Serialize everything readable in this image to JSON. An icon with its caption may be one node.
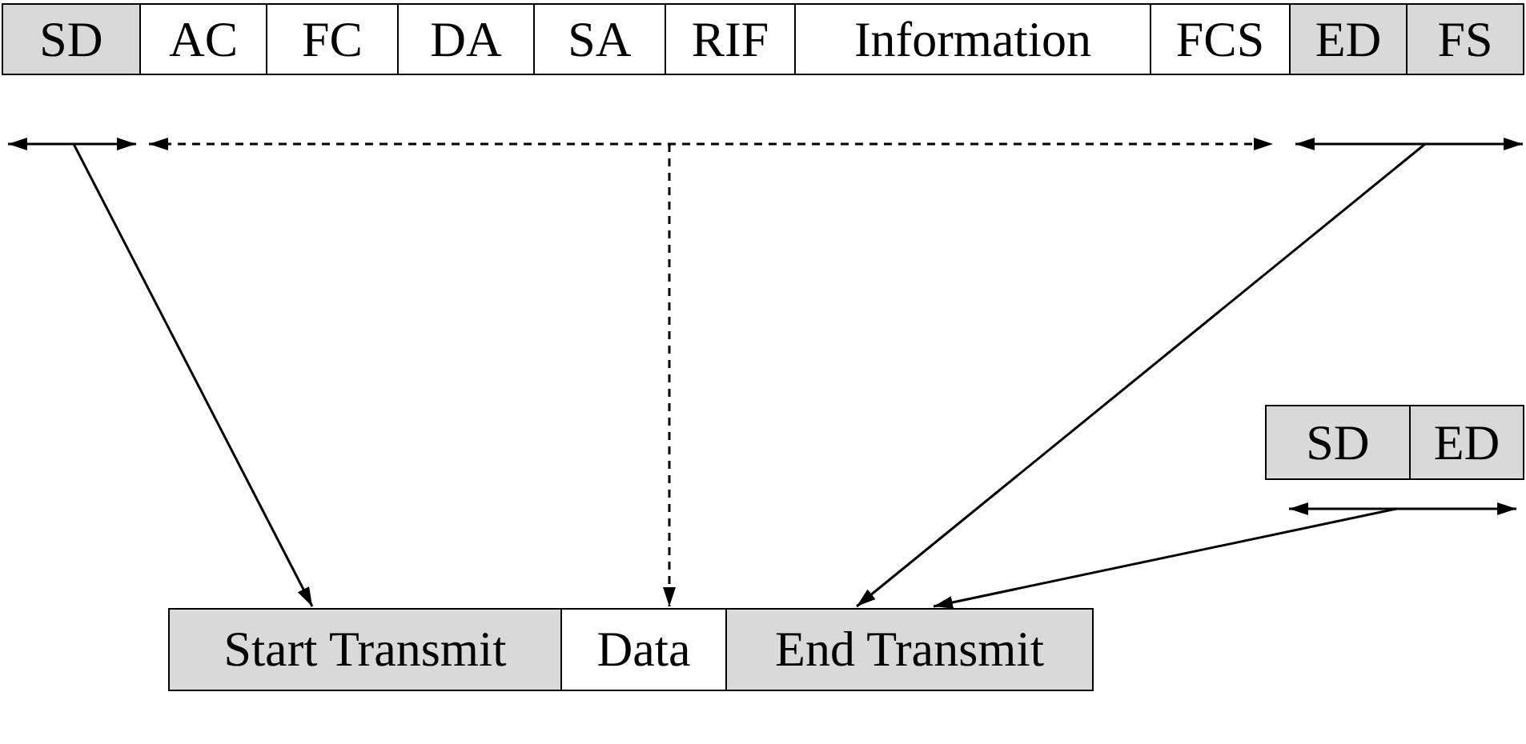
{
  "diagram": {
    "nodes": [
      {
        "text": [
          "SD"
        ]
      },
      {
        "text": [
          "AC"
        ]
      },
      {
        "text": [
          "FC"
        ]
      },
      {
        "text": [
          "DA"
        ]
      },
      {
        "text": [
          "SA"
        ]
      },
      {
        "text": [
          "RIF"
        ]
      },
      {
        "text": [
          "Information"
        ]
      },
      {
        "text": [
          "FCS"
        ]
      },
      {
        "text": [
          "ED"
        ]
      },
      {
        "text": [
          "FS"
        ]
      },
      {
        "text": [],
        "shape": "bar"
      },
      {
        "text": [],
        "shape": "bar"
      },
      {
        "text": [],
        "shape": "bar"
      },
      {
        "text": [
          "SD"
        ]
      },
      {
        "text": [
          "ED"
        ]
      },
      {
        "text": [],
        "shape": "bar"
      },
      {
        "text": [
          "Start Transmit"
        ]
      },
      {
        "text": [
          "Data"
        ]
      },
      {
        "text": [
          "End Transmit"
        ]
      }
    ],
    "edges": [
      {
        "from": 10,
        "to": 16,
        "arrow": "to"
      },
      {
        "from": 11,
        "to": 17,
        "arrow": "to",
        "style": "dashed"
      },
      {
        "from": 12,
        "to": 18,
        "arrow": "to"
      },
      {
        "from": 15,
        "to": 18,
        "arrow": "to"
      }
    ]
  }
}
